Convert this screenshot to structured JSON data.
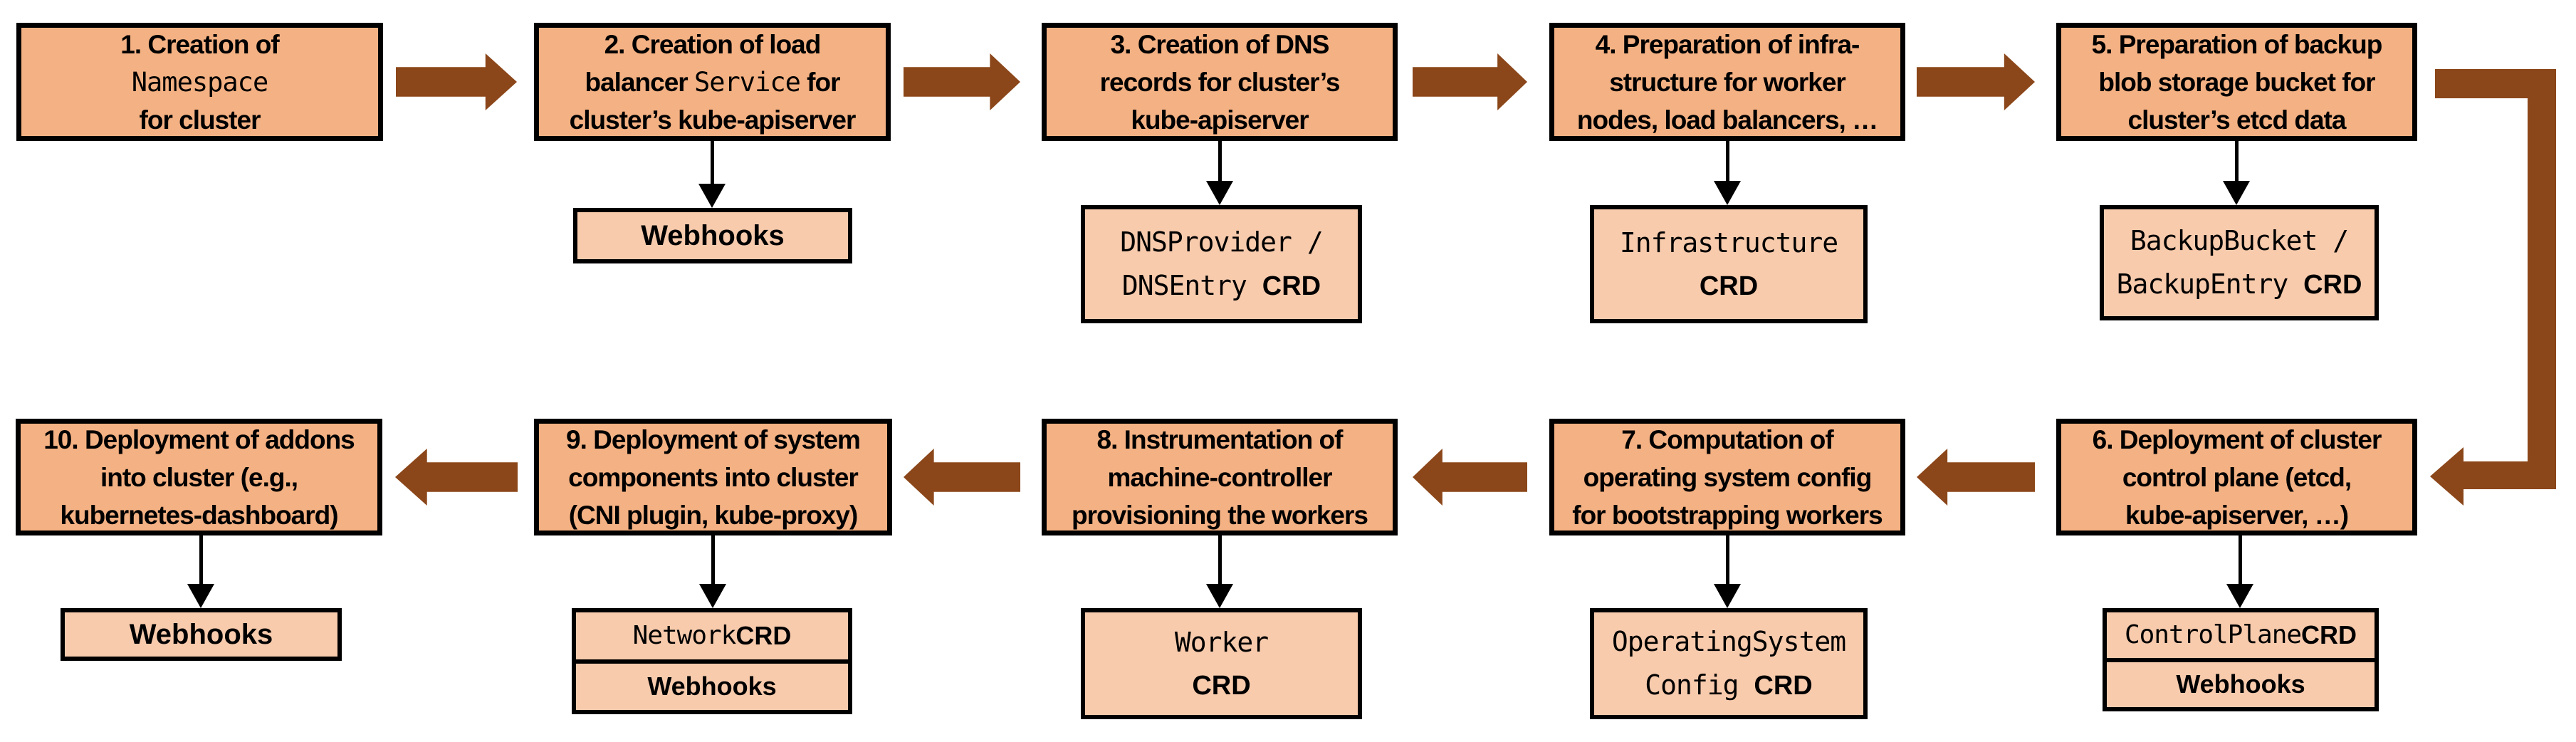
{
  "colors": {
    "main_fill": "#F4B183",
    "sub_fill": "#F8CBAD",
    "arrow": "#8B4619",
    "border": "#000000"
  },
  "steps": [
    {
      "lines": [
        [
          "1. Creation of"
        ],
        [
          "Namespace"
        ],
        [
          "for cluster"
        ]
      ],
      "attachments": []
    },
    {
      "lines": [
        [
          "2. Creation of load"
        ],
        [
          "balancer ",
          "Service",
          " for"
        ],
        [
          "cluster’s kube-apiserver"
        ]
      ],
      "attachments": [
        {
          "rows": [
            [
              "Webhooks"
            ]
          ]
        }
      ]
    },
    {
      "lines": [
        [
          "3. Creation of DNS"
        ],
        [
          "records for cluster’s"
        ],
        [
          "kube-apiserver"
        ]
      ],
      "attachments": [
        {
          "rows": [
            [
              "DNSProvider /"
            ],
            [
              "DNSEntry ",
              "CRD"
            ]
          ]
        }
      ]
    },
    {
      "lines": [
        [
          "4. Preparation of infra-"
        ],
        [
          "structure for worker"
        ],
        [
          "nodes, load balancers, …"
        ]
      ],
      "attachments": [
        {
          "rows": [
            [
              "Infrastructure"
            ],
            [
              "CRD"
            ]
          ]
        }
      ]
    },
    {
      "lines": [
        [
          "5. Preparation of backup"
        ],
        [
          "blob storage bucket for"
        ],
        [
          "cluster’s etcd data"
        ]
      ],
      "attachments": [
        {
          "rows": [
            [
              "BackupBucket /"
            ],
            [
              "BackupEntry ",
              "CRD"
            ]
          ]
        }
      ]
    },
    {
      "lines": [
        [
          "6. Deployment of cluster"
        ],
        [
          "control plane (etcd,"
        ],
        [
          "kube-apiserver, …)"
        ]
      ],
      "attachments": [
        {
          "rows": [
            [
              "ControlPlane ",
              "CRD"
            ]
          ]
        },
        {
          "rows": [
            [
              "Webhooks"
            ]
          ]
        }
      ]
    },
    {
      "lines": [
        [
          "7. Computation of"
        ],
        [
          "operating system config"
        ],
        [
          "for bootstrapping workers"
        ]
      ],
      "attachments": [
        {
          "rows": [
            [
              "OperatingSystem"
            ],
            [
              "Config ",
              "CRD"
            ]
          ]
        }
      ]
    },
    {
      "lines": [
        [
          "8. Instrumentation of"
        ],
        [
          "machine-controller"
        ],
        [
          "provisioning the workers"
        ]
      ],
      "attachments": [
        {
          "rows": [
            [
              "Worker"
            ],
            [
              "CRD"
            ]
          ]
        }
      ]
    },
    {
      "lines": [
        [
          "9. Deployment of system"
        ],
        [
          "components into cluster"
        ],
        [
          "(CNI plugin, kube-proxy)"
        ]
      ],
      "attachments": [
        {
          "rows": [
            [
              "Network ",
              "CRD"
            ]
          ]
        },
        {
          "rows": [
            [
              "Webhooks"
            ]
          ]
        }
      ]
    },
    {
      "lines": [
        [
          "10. Deployment of addons"
        ],
        [
          "into cluster (e.g.,"
        ],
        [
          "kubernetes-dashboard)"
        ]
      ],
      "attachments": [
        {
          "rows": [
            [
              "Webhooks"
            ]
          ]
        }
      ]
    }
  ]
}
